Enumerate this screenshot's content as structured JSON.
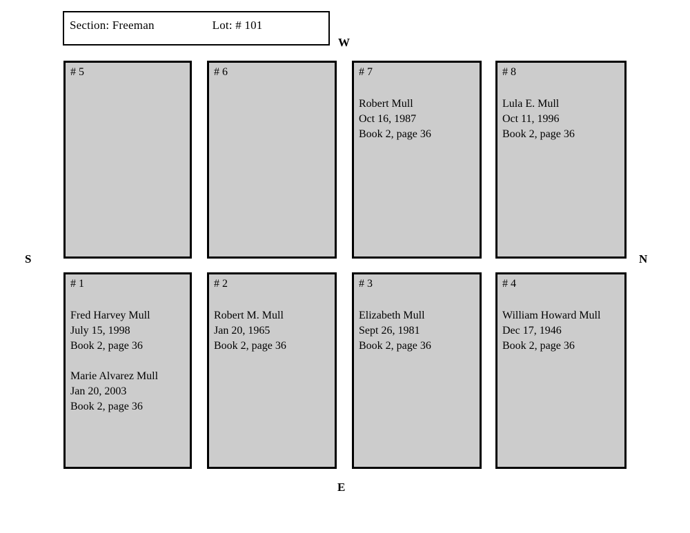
{
  "header": {
    "section_label": "Section:  Freeman",
    "lot_label": "Lot: #   101"
  },
  "compass": {
    "west": "W",
    "north": "N",
    "south": "S",
    "east": "E"
  },
  "colors": {
    "plot_fill": "#cccccc",
    "plot_border": "#000000",
    "page_background": "#ffffff"
  },
  "plots": {
    "top_row": [
      {
        "number": "# 5",
        "entries": []
      },
      {
        "number": "# 6",
        "entries": []
      },
      {
        "number": "# 7",
        "entries": [
          {
            "name": "Robert Mull",
            "date": "Oct 16, 1987",
            "reference": "Book 2, page 36"
          }
        ]
      },
      {
        "number": "# 8",
        "entries": [
          {
            "name": "Lula E. Mull",
            "date": "Oct 11, 1996",
            "reference": "Book 2, page 36"
          }
        ]
      }
    ],
    "bottom_row": [
      {
        "number": "# 1",
        "entries": [
          {
            "name": "Fred Harvey Mull",
            "date": "July 15, 1998",
            "reference": "Book 2, page 36"
          },
          {
            "name": "Marie Alvarez Mull",
            "date": "Jan 20, 2003",
            "reference": "Book 2, page 36"
          }
        ]
      },
      {
        "number": "# 2",
        "entries": [
          {
            "name": "Robert M. Mull",
            "date": "Jan 20, 1965",
            "reference": "Book 2, page 36"
          }
        ]
      },
      {
        "number": "# 3",
        "entries": [
          {
            "name": "Elizabeth Mull",
            "date": "Sept 26, 1981",
            "reference": "Book 2, page 36"
          }
        ]
      },
      {
        "number": "# 4",
        "entries": [
          {
            "name": "William Howard Mull",
            "date": "Dec 17, 1946",
            "reference": "Book 2, page 36"
          }
        ]
      }
    ]
  }
}
